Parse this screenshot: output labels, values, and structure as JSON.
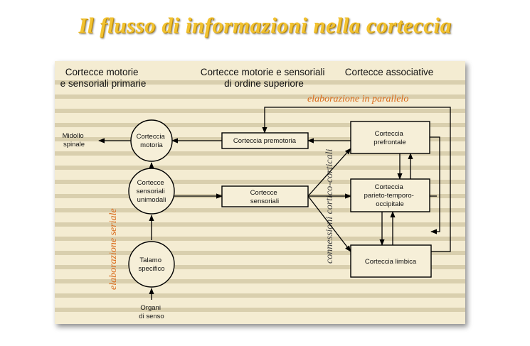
{
  "title": "Il flusso di  informazioni nella corteccia",
  "columns": {
    "primary": [
      "Cortecce motorie",
      "e sensoriali primarie"
    ],
    "higher": [
      "Cortecce motorie e sensoriali",
      "di ordine superiore"
    ],
    "associative": [
      "Cortecce associative"
    ]
  },
  "annotations": {
    "parallel": "elaborazione in parallelo",
    "serial": "elaborazione seriale",
    "cortico": "connessioni cortico-corticali"
  },
  "nodes": {
    "midollo": [
      "Midollo",
      "spinale"
    ],
    "motoria": [
      "Corteccia",
      "motoria"
    ],
    "sensoriali_unimodali": [
      "Cortecce",
      "sensoriali",
      "unimodali"
    ],
    "talamo": [
      "Talamo",
      "specifico"
    ],
    "organi": [
      "Organi",
      "di senso"
    ],
    "premotoria": [
      "Corteccia premotoria"
    ],
    "sensoriali": [
      "Cortecce",
      "sensoriali"
    ],
    "prefrontale": [
      "Corteccia",
      "prefrontale"
    ],
    "parieto": [
      "Corteccia",
      "parieto-temporo-",
      "occipitale"
    ],
    "limbica": [
      "Corteccia limbica"
    ]
  },
  "colors": {
    "title": "#f2c230",
    "panel": "#f4ecd2",
    "annotation": "#d96a1a"
  }
}
